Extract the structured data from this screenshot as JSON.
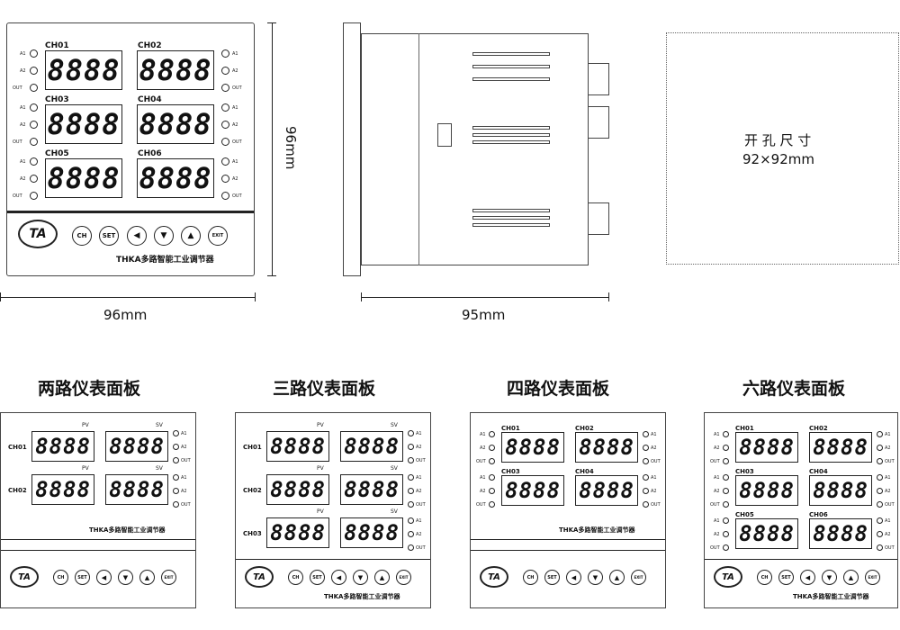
{
  "readout": "8888",
  "led_labels": {
    "a1": "A1",
    "a2": "A2",
    "out": "OUT"
  },
  "pv_label": "PV",
  "sv_label": "SV",
  "brand": "THKA多路智能工业调节器",
  "logo_text": "TA",
  "buttons": {
    "ch": "CH",
    "set": "SET",
    "left": "◀",
    "down": "▼",
    "up": "▲",
    "exit": "EXIT"
  },
  "main_channels": [
    "CH01",
    "CH02",
    "CH03",
    "CH04",
    "CH05",
    "CH06"
  ],
  "dims": {
    "front_width": "96mm",
    "front_height": "96mm",
    "side_depth": "95mm"
  },
  "cutout": {
    "title": "开 孔 尺 寸",
    "size": "92×92mm"
  },
  "variants": [
    {
      "title": "两路仪表面板",
      "rows": [
        "CH01",
        "CH02"
      ]
    },
    {
      "title": "三路仪表面板",
      "rows": [
        "CH01",
        "CH02",
        "CH03"
      ]
    },
    {
      "title": "四路仪表面板",
      "channels": [
        "CH01",
        "CH02",
        "CH03",
        "CH04"
      ]
    },
    {
      "title": "六路仪表面板",
      "channels": [
        "CH01",
        "CH02",
        "CH03",
        "CH04",
        "CH05",
        "CH06"
      ]
    }
  ]
}
